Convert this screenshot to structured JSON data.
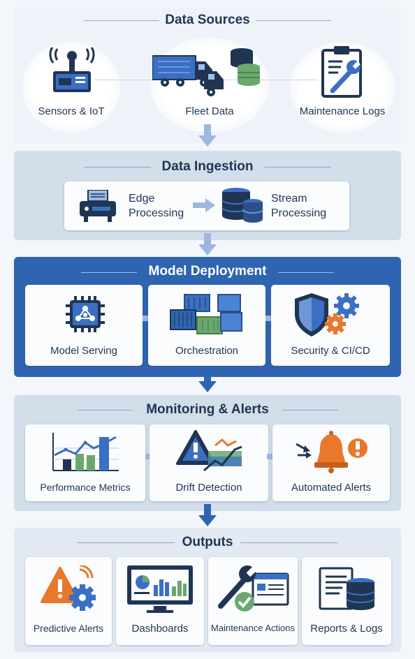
{
  "sections": {
    "data_sources": {
      "title": "Data Sources",
      "items": [
        {
          "label": "Sensors & IoT",
          "icon": "iot-sensor-icon"
        },
        {
          "label": "Fleet Data",
          "icon": "fleet-truck-icon"
        },
        {
          "label": "Maintenance  Logs",
          "icon": "clipboard-wrench-icon"
        }
      ]
    },
    "data_ingestion": {
      "title": "Data Ingestion",
      "items": [
        {
          "label_line1": "Edge",
          "label_line2": "Processing",
          "icon": "edge-device-icon"
        },
        {
          "label_line1": "Stream",
          "label_line2": "Processing",
          "icon": "database-icon"
        }
      ]
    },
    "model_deployment": {
      "title": "Model Deployment",
      "items": [
        {
          "label": "Model Serving",
          "icon": "chip-network-icon"
        },
        {
          "label": "Orchestration",
          "icon": "containers-icon"
        },
        {
          "label": "Security & CI/CD",
          "icon": "shield-gears-icon"
        }
      ]
    },
    "monitoring": {
      "title": "Monitoring & Alerts",
      "items": [
        {
          "label": "Performance Metrics",
          "icon": "line-bar-chart-icon"
        },
        {
          "label": "Drift Detection",
          "icon": "warning-drift-icon"
        },
        {
          "label": "Automated Alerts",
          "icon": "alarm-bell-icon"
        }
      ]
    },
    "outputs": {
      "title": "Outputs",
      "items": [
        {
          "label": "Predictive Alerts",
          "icon": "warning-gear-icon"
        },
        {
          "label": "Dashboards",
          "icon": "monitor-dashboard-icon"
        },
        {
          "label": "Maintenance Actions",
          "icon": "wrench-check-icon"
        },
        {
          "label": "Reports & Logs",
          "icon": "document-database-icon"
        }
      ]
    }
  },
  "colors": {
    "navy": "#1f3552",
    "deployment_band": "#2f64b0",
    "accent_blue": "#3a6fc4",
    "green": "#6aa86e",
    "orange": "#e8782a"
  }
}
